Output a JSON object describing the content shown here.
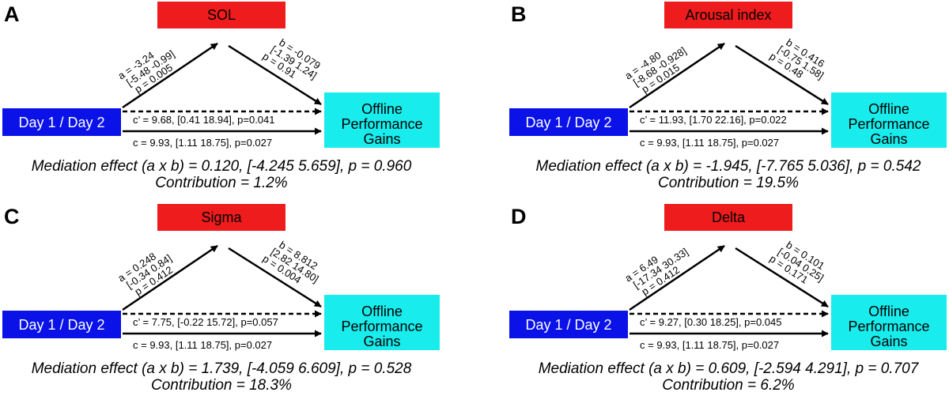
{
  "colors": {
    "mediator_fill": "#ee1c1c",
    "predictor_fill": "#0a12e8",
    "outcome_fill": "#19ecec",
    "predictor_text": "#ffffff",
    "arrow": "#000000"
  },
  "predictor_label": "Day 1 / Day 2",
  "outcome_label_lines": [
    "Offline",
    "Performance",
    "Gains"
  ],
  "panels": [
    {
      "letter": "A",
      "mediator": "SOL",
      "a_lines": [
        "a = -3.24",
        "[-5.48 -0.99]",
        "p = 0.005"
      ],
      "b_lines": [
        "b = -0.079",
        "[-1.39 1.24]",
        "p = 0.91"
      ],
      "c_prime": "c’ = 9.68, [0.41 18.94], p=0.041",
      "c": "c = 9.93, [1.11 18.75], p=0.027",
      "mediation": "Mediation effect (a x b) = 0.120, [-4.245 5.659], p = 0.960",
      "contribution": "Contribution = 1.2%"
    },
    {
      "letter": "B",
      "mediator": "Arousal index",
      "a_lines": [
        "a = -4.80",
        "[-8.68 -0.928]",
        "p = 0.015"
      ],
      "b_lines": [
        "b = 0.416",
        "[-0.75 1.58]",
        "p = 0.48"
      ],
      "c_prime": "c’ = 11.93, [1.70 22.16], p=0.022",
      "c": "c = 9.93, [1.11 18.75], p=0.027",
      "mediation": "Mediation effect (a x b) = -1.945, [-7.765 5.036], p = 0.542",
      "contribution": "Contribution = 19.5%"
    },
    {
      "letter": "C",
      "mediator": "Sigma",
      "a_lines": [
        "a = 0.248",
        "[-0.34 0.84]",
        "p = 0.412"
      ],
      "b_lines": [
        "b = 8.812",
        "[2.82 14.80]",
        "p = 0.004"
      ],
      "c_prime": "c’ = 7.75, [-0.22 15.72], p=0.057",
      "c": "c = 9.93, [1.11 18.75], p=0.027",
      "mediation": "Mediation effect (a x b) = 1.739, [-4.059 6.609], p = 0.528",
      "contribution": "Contribution = 18.3%"
    },
    {
      "letter": "D",
      "mediator": "Delta",
      "a_lines": [
        "a = 6.49",
        "[-17.34 30.33]",
        "p = 0.412"
      ],
      "b_lines": [
        "b = 0.101",
        "[-0.04 0.25]",
        "p = 0.171"
      ],
      "c_prime": "c’ = 9.27, [0.30 18.25], p=0.045",
      "c": "c = 9.93, [1.11 18.75], p=0.027",
      "mediation": "Mediation effect (a x b) = 0.609, [-2.594 4.291], p = 0.707",
      "contribution": "Contribution = 6.2%"
    }
  ]
}
